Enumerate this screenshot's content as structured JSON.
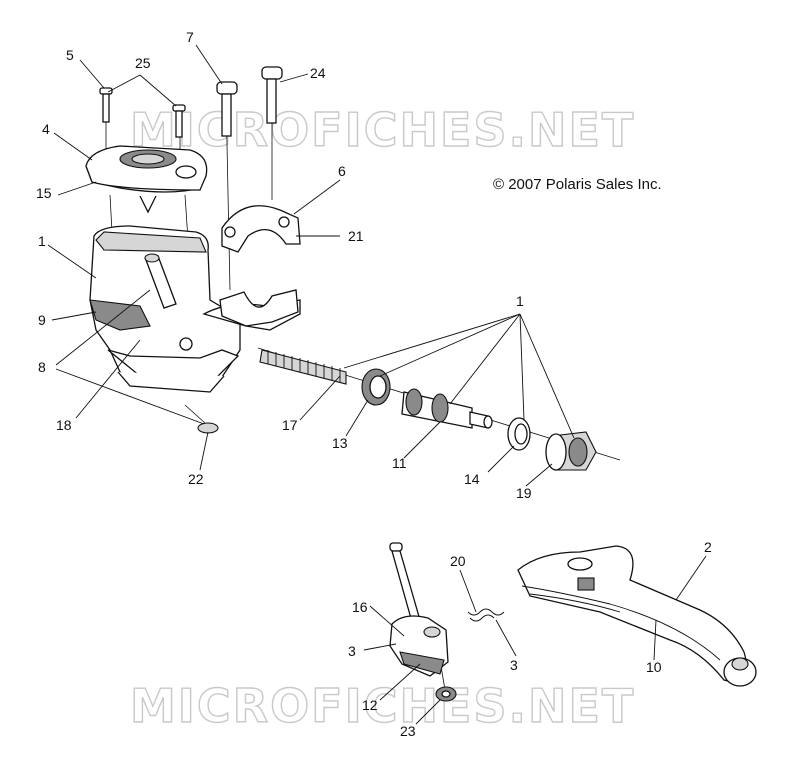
{
  "copyright": "© 2007 Polaris Sales Inc.",
  "watermark": "MICROFICHES.NET",
  "callouts": [
    "5",
    "25",
    "7",
    "24",
    "4",
    "15",
    "6",
    "21",
    "1",
    "9",
    "8",
    "18",
    "22",
    "1",
    "17",
    "13",
    "11",
    "14",
    "19",
    "2",
    "20",
    "16",
    "3",
    "3",
    "10",
    "12",
    "23"
  ]
}
